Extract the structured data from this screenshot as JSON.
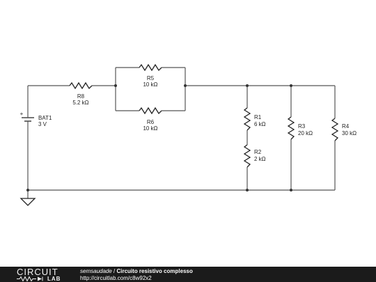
{
  "components": {
    "bat1": {
      "name": "BAT1",
      "value": "3 V",
      "plus": "+"
    },
    "r8": {
      "name": "R8",
      "value": "5.2 kΩ"
    },
    "r5": {
      "name": "R5",
      "value": "10 kΩ"
    },
    "r6": {
      "name": "R6",
      "value": "10 kΩ"
    },
    "r1": {
      "name": "R1",
      "value": "6 kΩ"
    },
    "r2": {
      "name": "R2",
      "value": "2 kΩ"
    },
    "r3": {
      "name": "R3",
      "value": "20 kΩ"
    },
    "r4": {
      "name": "R4",
      "value": "30 kΩ"
    }
  },
  "footer": {
    "logo_top": "CIRCUIT",
    "logo_bottom": "LAB",
    "author": "semsaudade",
    "separator": " / ",
    "title": "Circuito resistivo complesso",
    "url": "http://circuitlab.com/c8w92x2"
  },
  "colors": {
    "wire": "#555555",
    "component": "#222222",
    "footer_bg": "#1b1b1b"
  }
}
